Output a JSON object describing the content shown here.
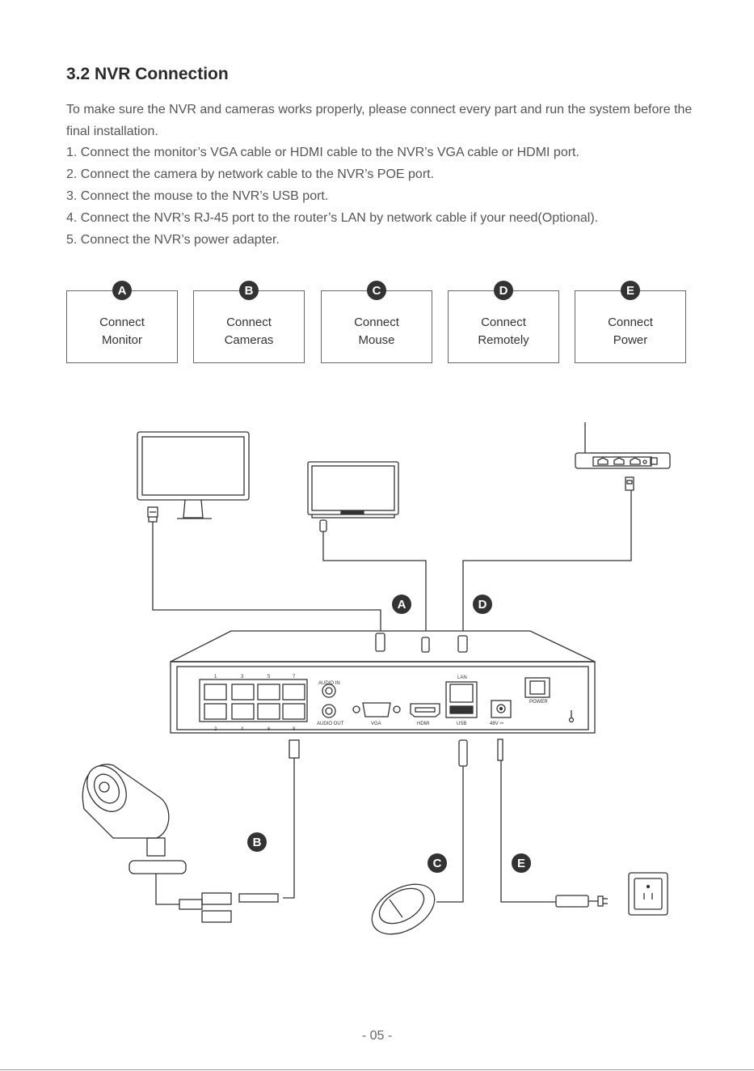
{
  "heading": "3.2 NVR Connection",
  "intro": "To make sure the NVR and cameras works properly, please connect every part and run the system before the final installation.",
  "steps": [
    "1. Connect the monitor’s VGA cable or HDMI cable to the NVR’s VGA cable or HDMI port.",
    "2. Connect the camera by network cable to the NVR’s POE port.",
    "3. Connect the mouse to the NVR’s USB port.",
    "4. Connect the NVR’s RJ-45 port to the router’s LAN by network cable if your need(Optional).",
    "5. Connect the NVR’s power adapter."
  ],
  "cards": [
    {
      "badge": "A",
      "line1": "Connect",
      "line2": "Monitor"
    },
    {
      "badge": "B",
      "line1": "Connect",
      "line2": "Cameras"
    },
    {
      "badge": "C",
      "line1": "Connect",
      "line2": "Mouse"
    },
    {
      "badge": "D",
      "line1": "Connect",
      "line2": "Remotely"
    },
    {
      "badge": "E",
      "line1": "Connect",
      "line2": "Power"
    }
  ],
  "diagram": {
    "badges": {
      "a": "A",
      "b": "B",
      "c": "C",
      "d": "D",
      "e": "E"
    },
    "port_numbers_top": [
      "1",
      "3",
      "5",
      "7"
    ],
    "port_numbers_bottom": [
      "2",
      "4",
      "6",
      "8"
    ],
    "labels": {
      "audio_in": "AUDIO IN",
      "audio_out": "AUDIO OUT",
      "vga": "VGA",
      "hdmi": "HDMI",
      "lan": "LAN",
      "usb": "USB",
      "power_input": "48V ⎓",
      "power_switch": "POWER"
    }
  },
  "footer": "- 05 -"
}
